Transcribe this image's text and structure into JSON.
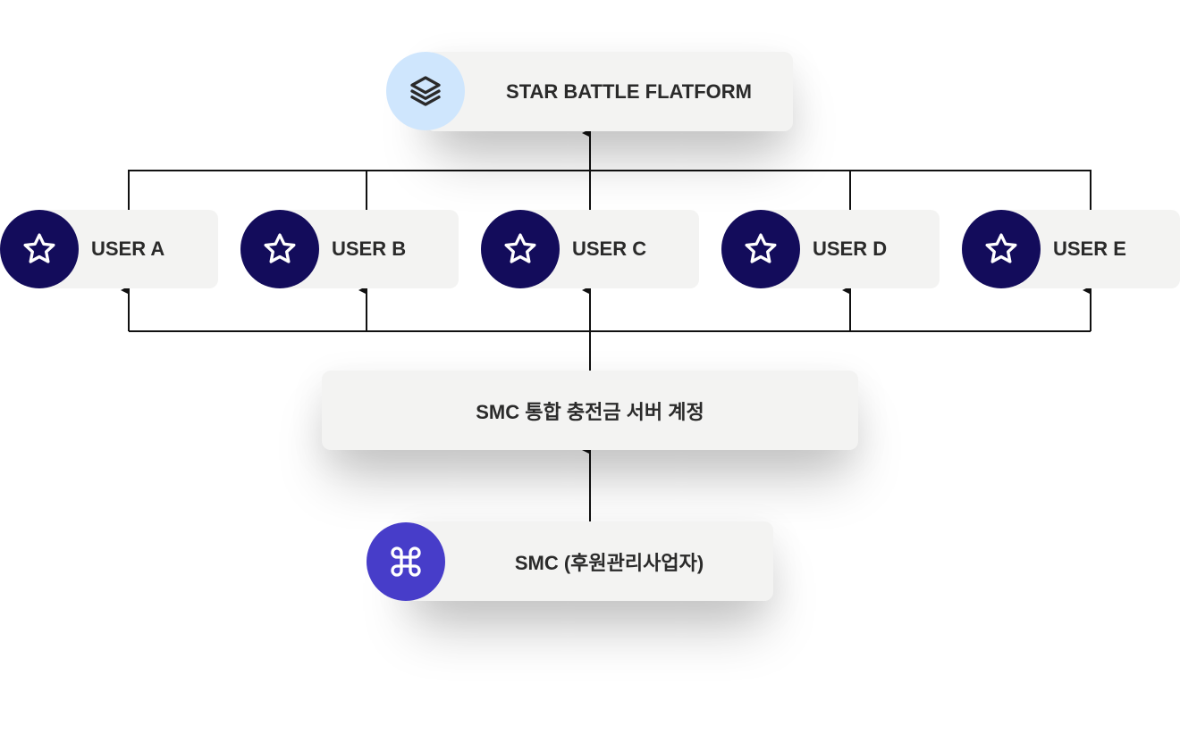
{
  "platform": {
    "label": "STAR BATTLE FLATFORM",
    "icon": "layers-icon",
    "icon_bg": "#cfe6fd"
  },
  "users": [
    {
      "label": "USER A",
      "icon": "star-icon"
    },
    {
      "label": "USER B",
      "icon": "star-icon"
    },
    {
      "label": "USER C",
      "icon": "star-icon"
    },
    {
      "label": "USER D",
      "icon": "star-icon"
    },
    {
      "label": "USER E",
      "icon": "star-icon"
    }
  ],
  "user_icon_bg": "#130c5b",
  "server": {
    "label": "SMC 통합 충전금 서버 계정"
  },
  "smc": {
    "label": "SMC (후원관리사업자)",
    "icon": "command-icon",
    "icon_bg": "#473dc9"
  },
  "node_bg": "#f3f3f2",
  "connector_color": "#111111"
}
